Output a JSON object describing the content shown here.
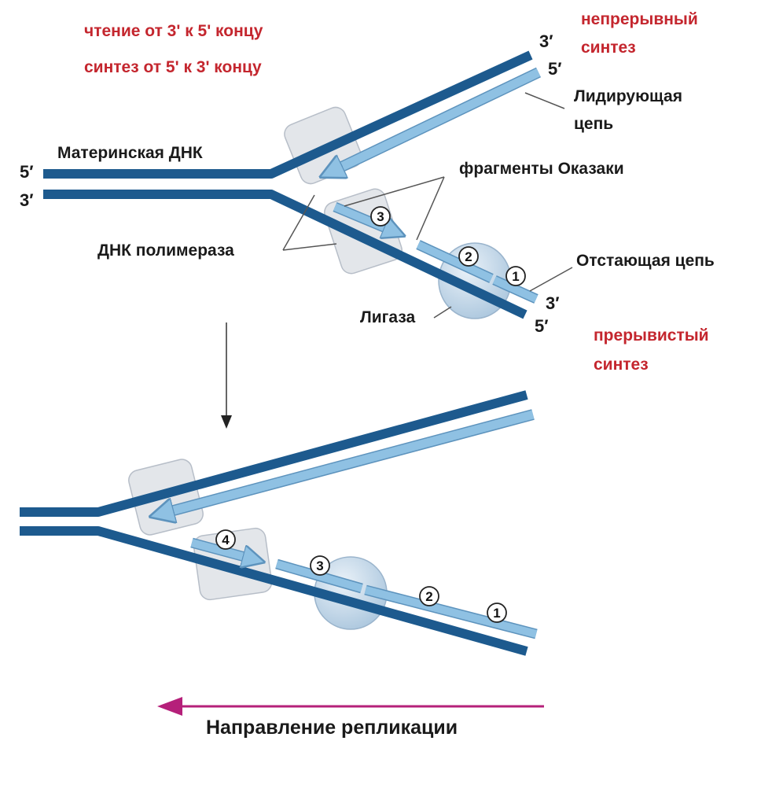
{
  "colors": {
    "parent_strand": "#1d5a8e",
    "new_strand": "#8fc1e3",
    "new_strand_edge": "#5d93bd",
    "accent_red": "#c4262e",
    "arrow_magenta": "#b5207a",
    "polymerase_fill": "#d9dde3",
    "ligase_fill": "#b8d0e4",
    "label": "#1a1a1a"
  },
  "notes": {
    "reading": "чтение от 3' к 5' концу",
    "synthesis": "синтез от 5' к 3' концу"
  },
  "continuous": {
    "line1": "непрерывный",
    "line2": "синтез"
  },
  "discontinuous": {
    "line1": "прерывистый",
    "line2": "синтез"
  },
  "labels": {
    "maternal_dna": "Материнская ДНК",
    "leading_line1": "Лидирующая",
    "leading_line2": "цепь",
    "okazaki": "фрагменты Оказаки",
    "polymerase": "ДНК полимераза",
    "lagging": "Отстающая цепь",
    "ligase": "Лигаза",
    "direction": "Направление репликации"
  },
  "ends": {
    "left_top": "5′",
    "left_bottom": "3′",
    "leading_top": "3′",
    "leading_bottom": "5′",
    "lagging_top": "3′",
    "lagging_bottom": "5′"
  },
  "fragments_top": [
    "3",
    "2",
    "1"
  ],
  "fragments_bottom": [
    "4",
    "3",
    "2",
    "1"
  ],
  "icons": {
    "direction_arrow": "arrow-left-icon",
    "step_arrow": "arrow-down-icon"
  }
}
